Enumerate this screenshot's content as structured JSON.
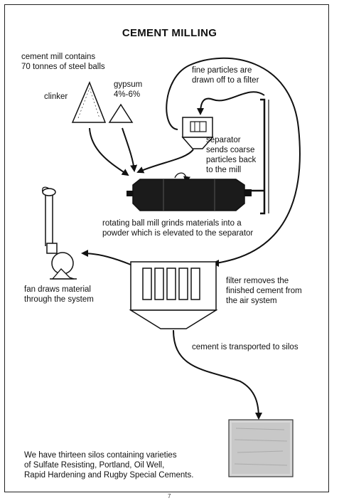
{
  "title": "CEMENT MILLING",
  "labels": {
    "mill_contains": "cement mill contains\n70 tonnes of steel balls",
    "clinker": "clinker",
    "gypsum": "gypsum\n4%-6%",
    "fine_particles": "fine particles are\ndrawn off to a filter",
    "separator": "separator\nsends coarse\nparticles back\nto the mill",
    "ball_mill": "rotating ball mill grinds materials into a\npowder which is elevated to the separator",
    "fan": "fan draws material\nthrough the system",
    "filter": "filter removes the\nfinished cement from\nthe air system",
    "transport": "cement is transported to silos",
    "silos_note": "We  have thirteen silos containing varieties\nof Sulfate Resisting, Portland, Oil Well,\nRapid Hardening and Rugby Special Cements."
  },
  "page_number": "7"
}
